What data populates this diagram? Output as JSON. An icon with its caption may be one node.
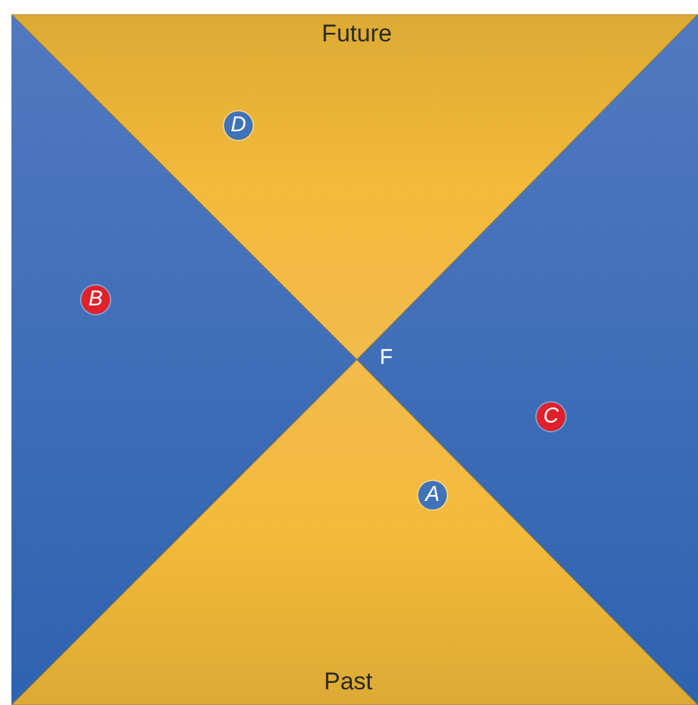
{
  "diagram": {
    "nodes": [
      {
        "text": [
          "Future"
        ]
      },
      {
        "text": [
          "D"
        ],
        "in": 0
      },
      {
        "text": [
          "B"
        ]
      },
      {
        "text": [
          "C"
        ]
      },
      {
        "text": [
          "Past"
        ]
      },
      {
        "text": [
          "A"
        ],
        "in": 4
      }
    ],
    "labels": [
      "F"
    ]
  }
}
